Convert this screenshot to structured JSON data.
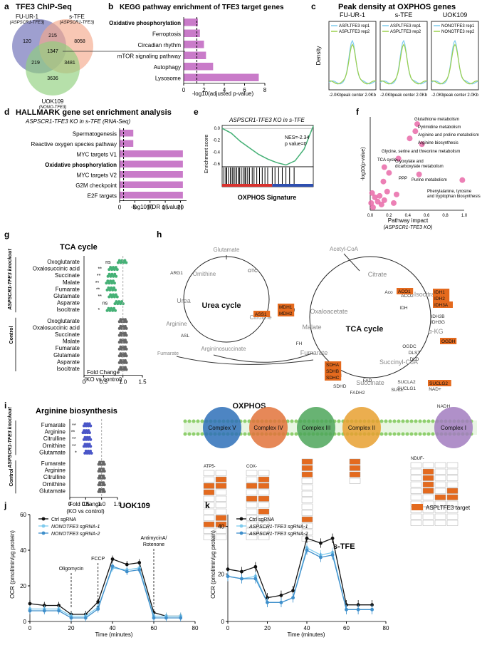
{
  "panels": {
    "a": {
      "letter": "a",
      "title": "TFE3 ChIP-Seq",
      "sets": [
        {
          "name": "FU-UR-1",
          "sub": "(ASPSCR1-TFE3)"
        },
        {
          "name": "s-TFE",
          "sub": "(ASPSCR1-TFE3)"
        },
        {
          "name": "UOK109",
          "sub": "(NONO-TFE3)"
        }
      ],
      "counts": [
        "120",
        "215",
        "8058",
        "1347",
        "219",
        "3481",
        "3636"
      ]
    },
    "b": {
      "letter": "b",
      "title": "KEGG pathway enrichment of TFE3 target genes",
      "xlabel": "-log10(adjusted p-value)",
      "ticks": [
        "0",
        "2",
        "4",
        "6",
        "8"
      ]
    },
    "c": {
      "letter": "c",
      "title": "Peak density at OXPHOS genes",
      "ylabel": "Density",
      "sub": [
        {
          "title": "FU-UR-1",
          "legend": [
            "ASPLTFE3 rep1",
            "ASPLTFE3 rep2"
          ]
        },
        {
          "title": "s-TFE",
          "legend": [
            "ASPLTFE3 rep1",
            "ASPLTFE3 rep2"
          ]
        },
        {
          "title": "UOK109",
          "legend": [
            "NONOTFE3 rep1",
            "NONOTFE3 rep2"
          ]
        }
      ],
      "xticks": [
        "-2.0Kb",
        "peak center",
        "2.0Kb"
      ]
    },
    "d": {
      "letter": "d",
      "title": "HALLMARK gene set enrichment analysis",
      "subtitle": "ASPSCR1-TFE3 KO in s-TFE (RNA-Seq)",
      "xlabel": "-log10(FDR q-value)",
      "ticks": [
        "0",
        "5",
        "10",
        "15",
        "20"
      ]
    },
    "e": {
      "letter": "e",
      "title": "ASPSCR1-TFE3 KO in s-TFE",
      "ylabel": "Enrichment score",
      "nes": "NES=-2.34",
      "pval": "p value=0",
      "footer": "OXPHOS Signature",
      "yticks": [
        "0.0",
        "-0.2",
        "-0.4",
        "-0.6"
      ]
    },
    "f": {
      "letter": "f",
      "xlabel": "Pathway impact",
      "xsub": "(ASPSCR1-TFE3 KO)",
      "ylabel": "-log10(p-value)",
      "xticks": [
        "0.0",
        "0.2",
        "0.4",
        "0.6",
        "0.8",
        "1.0"
      ],
      "labels": [
        "Glutathione metabolism",
        "Pyrimidine metabolism",
        "Arginine and proline metabolism",
        "Arginine biosynthesis",
        "Glycine, serine and threonine metabolism",
        "TCA cycle",
        "Glyoxylate and dicarboxylate metabolism",
        "PPP",
        "Purine metabolism",
        "Phenylalanine, tyrosine and tryptophan biosynthesis"
      ]
    },
    "g": {
      "letter": "g",
      "title": "TCA cycle",
      "xlabel": "Fold Change",
      "xsub": "(KO vs control)",
      "group1": "ASPSCR1-TFE3 knockout",
      "group2": "Control",
      "rows": [
        "Oxoglutarate",
        "Oxalosuccinic acid",
        "Succinate",
        "Malate",
        "Fumarate",
        "Glutamate",
        "Asparate",
        "Isocitrate"
      ],
      "sig": [
        "ns",
        "**",
        "**",
        "**",
        "**",
        "**",
        "ns",
        "*"
      ],
      "xticks": [
        "0",
        "0.5",
        "1.0",
        "1.5"
      ]
    },
    "h": {
      "letter": "h"
    },
    "i": {
      "letter": "i",
      "title": "Arginine biosynthesis",
      "xlabel": "Fold Change",
      "xsub": "(KO vs control)",
      "group1": "ASPSCR1-TFE3 knockout",
      "group2": "Control",
      "rows": [
        "Fumarate",
        "Arginine",
        "Citrulline",
        "Ornithine",
        "Glutamate"
      ],
      "sig": [
        "**",
        "**",
        "**",
        "**",
        "*"
      ],
      "xticks": [
        "0",
        "0.5",
        "1.0",
        "1.5"
      ]
    },
    "j": {
      "letter": "j",
      "title": "UOK109",
      "ylabel": "OCR (pmol/min/μg protein)",
      "xlabel": "Time (minutes)",
      "legend": [
        "Ctrl sgRNA",
        "NONOTFE3 sgRNA-1",
        "NONOTFE3 sgRNA-2"
      ],
      "annotations": [
        "Oligomycin",
        "FCCP",
        "AntimycinA/ Rotenone"
      ],
      "xticks": [
        "0",
        "20",
        "40",
        "60",
        "80"
      ],
      "yticks": [
        "0",
        "20",
        "40",
        "60"
      ]
    },
    "k": {
      "letter": "k",
      "title": "s-TFE",
      "ylabel": "OCR (pmol/min/μg protein)",
      "xlabel": "Time (minutes)",
      "legend": [
        "Ctrl sgRNA",
        "ASPSCR1-TFE3 sgRNA-1",
        "ASPSCR1-TFE3 sgRNA-2"
      ],
      "xticks": [
        "0",
        "20",
        "40",
        "60",
        "80"
      ],
      "yticks": [
        "0",
        "20",
        "40"
      ],
      "target_legend": "ASPLTFE3 target"
    }
  },
  "pathway": {
    "metabolites": [
      "Glutamate",
      "Ornithine",
      "Urea",
      "Citrulline",
      "Arginine",
      "Fumarate",
      "Argininosuccinate",
      "Acetyl-CoA",
      "Citrate",
      "Oxaloacetate",
      "Isocitrate",
      "Malate",
      "α-KG",
      "Fumarate",
      "Succinyl-CoA",
      "Succinate"
    ],
    "cycles": [
      "Urea cycle",
      "TCA cycle"
    ],
    "enzymes": [
      "ARG1",
      "OTC",
      "ASL",
      "Aco",
      "ACO2",
      "IDH",
      "IDH3B",
      "IDH3G",
      "MDH",
      "FH",
      "SDH",
      "OGDC",
      "DLST",
      "DLD",
      "SUCL",
      "SUCLA2",
      "SUCLG1",
      "NAD+",
      "NADH",
      "FADH2",
      "FAD"
    ],
    "targets": [
      "ASS1",
      "MDH1",
      "MDH2",
      "ACO1",
      "IDH1",
      "IDH2",
      "IDH3A",
      "OGDH",
      "SDHA",
      "SDHB",
      "SDHC",
      "SUCLG2"
    ],
    "other": [
      "SDHD"
    ],
    "oxphos_title": "OXPHOS",
    "complexes": [
      "Complex V",
      "Complex IV",
      "Complex III",
      "Complex II",
      "Complex I"
    ],
    "prefixes": [
      "ATP5-",
      "COX-",
      "NDUF-"
    ]
  },
  "chart_data": [
    {
      "type": "bar",
      "panel": "b",
      "categories": [
        "Oxidative phosphorylation",
        "Ferroptosis",
        "Circadian rhythm",
        "mTOR signaling pathway",
        "Autophagy",
        "Lysosome"
      ],
      "values": [
        1.4,
        1.6,
        2.0,
        2.2,
        2.9,
        7.4
      ],
      "xlim": [
        0,
        8
      ],
      "threshold": 1.3
    },
    {
      "type": "bar",
      "panel": "d",
      "categories": [
        "Spermatogenesis",
        "Reactive oxygen species pathway",
        "MYC targets V1",
        "Oxidative phosphorylation",
        "MYC targets V2",
        "G2M checkpoint",
        "E2F targets"
      ],
      "values": [
        4.5,
        4.5,
        20.8,
        20.8,
        20.8,
        20.8,
        20.8
      ],
      "xlim": [
        0,
        22
      ],
      "threshold": 1.3
    },
    {
      "type": "line",
      "panel": "e",
      "x": [
        0,
        10,
        20,
        30,
        40,
        50,
        60,
        70,
        80,
        90,
        100
      ],
      "y": [
        0,
        -0.08,
        -0.22,
        -0.33,
        -0.44,
        -0.52,
        -0.58,
        -0.62,
        -0.55,
        -0.35,
        0.04
      ],
      "ylim": [
        -0.65,
        0.05
      ]
    },
    {
      "type": "scatter",
      "panel": "f",
      "xlim": [
        0,
        1.0
      ],
      "ylim": [
        0,
        6.5
      ],
      "points": [
        [
          0.5,
          6.0
        ],
        [
          0.48,
          5.5
        ],
        [
          0.42,
          5.0
        ],
        [
          0.55,
          4.6
        ],
        [
          0.3,
          3.6
        ],
        [
          0.15,
          3.0
        ],
        [
          0.2,
          2.6
        ],
        [
          0.14,
          2.0
        ],
        [
          0.52,
          2.5
        ],
        [
          0.98,
          2.1
        ],
        [
          0.02,
          1.2
        ],
        [
          0.05,
          0.9
        ],
        [
          0.08,
          0.6
        ],
        [
          0.1,
          1.0
        ],
        [
          0.12,
          0.4
        ],
        [
          0.15,
          0.7
        ],
        [
          0.25,
          0.5
        ],
        [
          0.28,
          1.1
        ],
        [
          0.03,
          0.2
        ],
        [
          0.18,
          1.3
        ],
        [
          0.01,
          0.5
        ]
      ]
    },
    {
      "type": "scatter",
      "panel": "g",
      "categories": [
        "Oxoglutarate",
        "Oxalosuccinic acid",
        "Succinate",
        "Malate",
        "Fumarate",
        "Glutamate",
        "Asparate",
        "Isocitrate"
      ],
      "ko_mean": [
        0.98,
        0.75,
        0.72,
        0.68,
        0.7,
        0.75,
        0.9,
        0.7
      ],
      "control_mean": [
        1.0,
        1.0,
        1.0,
        1.0,
        1.0,
        1.0,
        1.0,
        1.0
      ]
    },
    {
      "type": "scatter",
      "panel": "i",
      "categories": [
        "Fumarate",
        "Arginine",
        "Citrulline",
        "Ornithine",
        "Glutamate"
      ],
      "ko_mean": [
        0.55,
        0.52,
        0.55,
        0.55,
        0.58
      ],
      "control_mean": [
        1.0,
        1.0,
        1.0,
        1.0,
        1.0
      ]
    },
    {
      "type": "line",
      "panel": "j",
      "x": [
        0,
        7,
        14,
        20,
        27,
        33,
        40,
        47,
        53,
        60,
        66,
        73
      ],
      "series": [
        {
          "name": "Ctrl sgRNA",
          "values": [
            10,
            9,
            9,
            4,
            4,
            11,
            35,
            32,
            33,
            5,
            3,
            3
          ]
        },
        {
          "name": "NONOTFE3 sgRNA-1",
          "values": [
            7,
            7,
            7,
            3,
            3,
            8,
            30,
            29,
            30,
            3,
            3,
            3
          ]
        },
        {
          "name": "NONOTFE3 sgRNA-2",
          "values": [
            6,
            6,
            6,
            2,
            2,
            7,
            31,
            28,
            29,
            2,
            2,
            2
          ]
        }
      ],
      "ylim": [
        0,
        60
      ],
      "xlim": [
        0,
        80
      ]
    },
    {
      "type": "line",
      "panel": "k",
      "x": [
        0,
        7,
        14,
        20,
        27,
        33,
        40,
        47,
        53,
        60,
        66,
        73
      ],
      "series": [
        {
          "name": "Ctrl sgRNA",
          "values": [
            22,
            21,
            23,
            10,
            11,
            13,
            35,
            33,
            35,
            7,
            7,
            7
          ]
        },
        {
          "name": "ASPSCR1-TFE3 sgRNA-1",
          "values": [
            19,
            18,
            19,
            8,
            8,
            10,
            31,
            28,
            29,
            5,
            5,
            5
          ]
        },
        {
          "name": "ASPSCR1-TFE3 sgRNA-2",
          "values": [
            19,
            18,
            18,
            8,
            8,
            10,
            30,
            27,
            28,
            5,
            5,
            5
          ]
        }
      ],
      "ylim": [
        0,
        45
      ],
      "xlim": [
        0,
        80
      ]
    }
  ],
  "colors": {
    "purple": "#c97bc9",
    "orange": "#e46a1e",
    "pink": "#e96aa8",
    "green": "#44b075",
    "black": "#111111",
    "lightblue": "#7fcbee",
    "blue": "#3f8fcb"
  }
}
